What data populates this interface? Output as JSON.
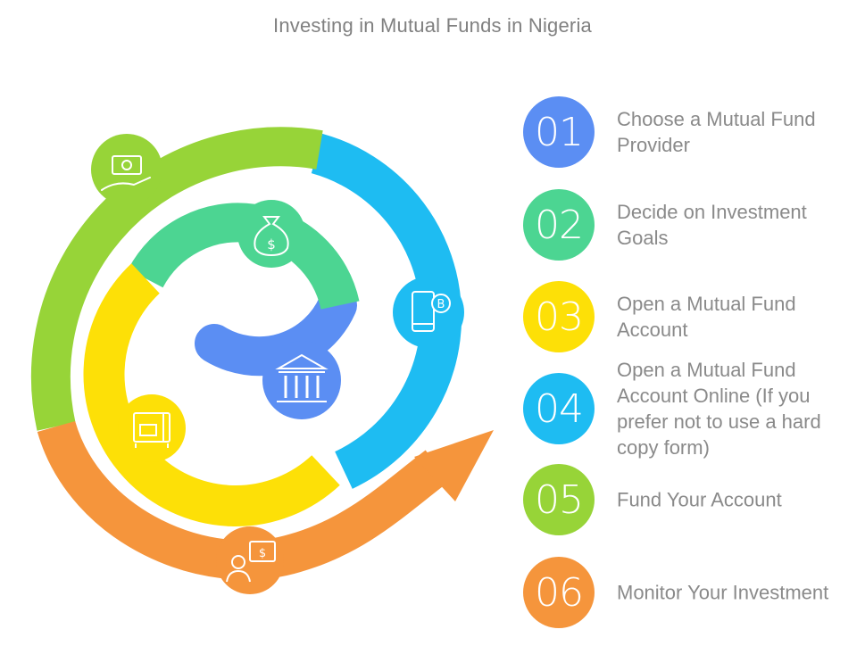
{
  "title": "Investing in Mutual Funds in Nigeria",
  "colors": {
    "blue_dark": "#5b8ef3",
    "teal": "#4cd592",
    "yellow": "#fde007",
    "cyan": "#1ebcf2",
    "green": "#97d438",
    "orange": "#f5953c"
  },
  "steps": [
    {
      "number": "01",
      "label": "Choose a Mutual Fund Provider",
      "color": "#5b8ef3",
      "icon": "money-hand-icon"
    },
    {
      "number": "02",
      "label": "Decide on Investment Goals",
      "color": "#4cd592",
      "icon": "money-bag-icon"
    },
    {
      "number": "03",
      "label": "Open a Mutual Fund Account",
      "color": "#fde007",
      "icon": "safe-icon"
    },
    {
      "number": "04",
      "label": "Open a Mutual Fund Account Online (If you prefer not to use a hard copy form)",
      "color": "#1ebcf2",
      "icon": "mobile-bitcoin-icon"
    },
    {
      "number": "05",
      "label": "Fund Your Account",
      "color": "#97d438",
      "icon": "bank-icon"
    },
    {
      "number": "06",
      "label": "Monitor Your Investment",
      "color": "#f5953c",
      "icon": "investor-screen-icon"
    }
  ]
}
